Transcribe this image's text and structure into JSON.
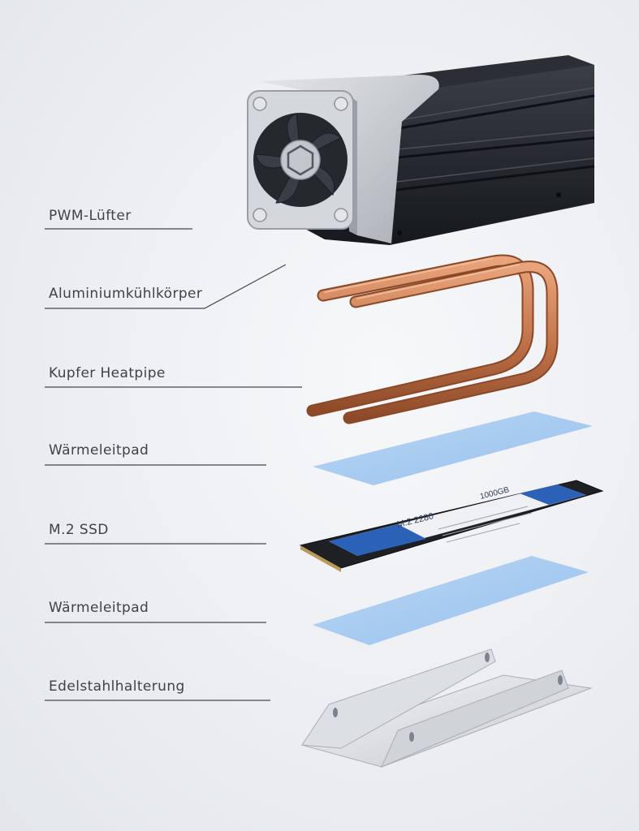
{
  "labels": {
    "fan": "PWM-Lüfter",
    "heatsink": "Aluminiumkühlkörper",
    "heatpipe": "Kupfer Heatpipe",
    "pad_top": "Wärmeleitpad",
    "ssd": "M.2 SSD",
    "pad_bottom": "Wärmeleitpad",
    "bracket": "Edelstahlhalterung"
  },
  "ssd_sticker": {
    "model": "M.2 2280",
    "capacity": "1000GB"
  },
  "colors": {
    "pad_blue": "#a9cdf2",
    "copper": "#c97a50",
    "heatsink_black": "#1f2329",
    "aluminum": "#c8ccd1",
    "label_text": "#3f4247",
    "leader_line": "#44474c"
  }
}
